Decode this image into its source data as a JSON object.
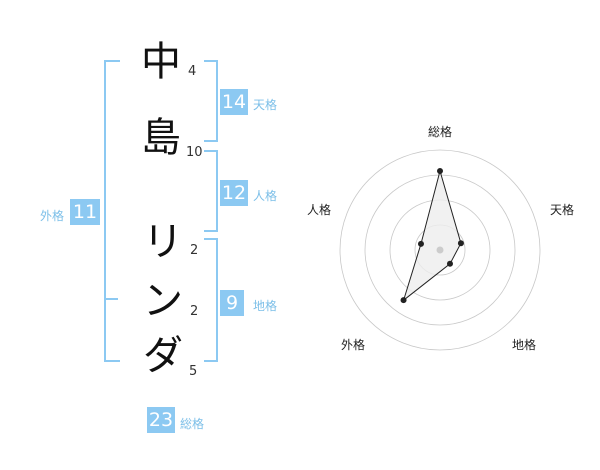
{
  "name": {
    "chars": [
      {
        "char": "中",
        "strokes": "4"
      },
      {
        "char": "島",
        "strokes": "10"
      },
      {
        "char": "リ",
        "strokes": "2"
      },
      {
        "char": "ン",
        "strokes": "2"
      },
      {
        "char": "ダ",
        "strokes": "5"
      }
    ]
  },
  "kakusu": {
    "tenkaku": {
      "value": "14",
      "label": "天格"
    },
    "jinkaku": {
      "value": "12",
      "label": "人格"
    },
    "chikaku": {
      "value": "9",
      "label": "地格"
    },
    "gaikaku": {
      "value": "11",
      "label": "外格"
    },
    "soukaku": {
      "value": "23",
      "label": "総格"
    }
  },
  "chart_data": {
    "type": "radar",
    "axes": [
      "総格",
      "天格",
      "地格",
      "外格",
      "人格"
    ],
    "values": [
      0.79,
      0.22,
      0.17,
      0.62,
      0.2
    ],
    "rings": 4,
    "grid": true
  },
  "colors": {
    "accent": "#8cc9f2",
    "label": "#7cbfe8"
  }
}
